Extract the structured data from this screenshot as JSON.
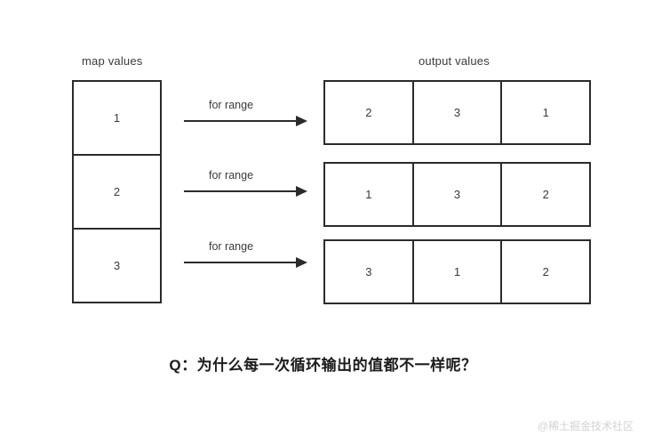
{
  "diagram": {
    "map_column": {
      "heading": "map values",
      "cells": [
        "1",
        "2",
        "3"
      ]
    },
    "arrows": [
      {
        "label": "for range"
      },
      {
        "label": "for range"
      },
      {
        "label": "for range"
      }
    ],
    "output_column": {
      "heading": "output values",
      "rows": [
        {
          "cells": [
            "2",
            "3",
            "1"
          ]
        },
        {
          "cells": [
            "1",
            "3",
            "2"
          ]
        },
        {
          "cells": [
            "3",
            "1",
            "2"
          ]
        }
      ]
    }
  },
  "caption": "Q：为什么每一次循环输出的值都不一样呢？",
  "watermark": "@稀土掘金技术社区",
  "colors": {
    "stroke": "#2b2b2b",
    "text": "#3a3a3a",
    "background": "#ffffff",
    "watermark": "#d2d2d2"
  }
}
